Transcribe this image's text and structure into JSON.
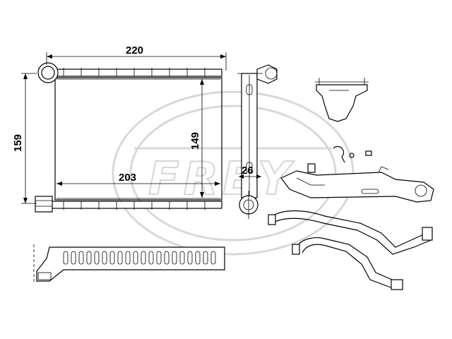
{
  "watermark": {
    "text": "FREY"
  },
  "dimensions": {
    "width_overall": "220",
    "height_overall": "159",
    "core_height": "149",
    "core_width": "203",
    "depth": "26"
  },
  "colors": {
    "line": "#000000",
    "watermark": "#d6d6d6",
    "background": "#ffffff"
  }
}
